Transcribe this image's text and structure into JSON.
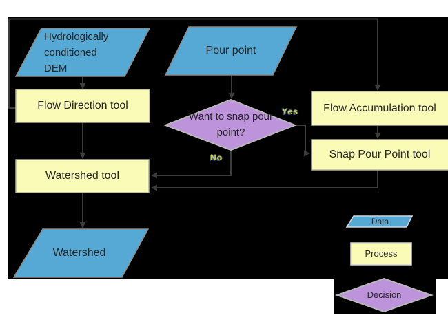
{
  "colors": {
    "background": "#000000",
    "data_blue": "#55a9d4",
    "process_yellow": "#fbfbb8",
    "decision_purple": "#bd93dc",
    "connector_gray": "#3c3c3c"
  },
  "nodes": {
    "dem": "Hydrologically conditioned DEM",
    "flow_direction": "Flow Direction tool",
    "pour_point": "Pour point",
    "decision": "Want to snap pour point?",
    "flow_accumulation": "Flow Accumulation tool",
    "snap_pour_point": "Snap Pour Point tool",
    "watershed_tool": "Watershed tool",
    "watershed": "Watershed"
  },
  "edge_labels": {
    "yes": "Yes",
    "no": "No"
  },
  "legend": {
    "data": "Data",
    "process": "Process",
    "decision": "Decision"
  }
}
